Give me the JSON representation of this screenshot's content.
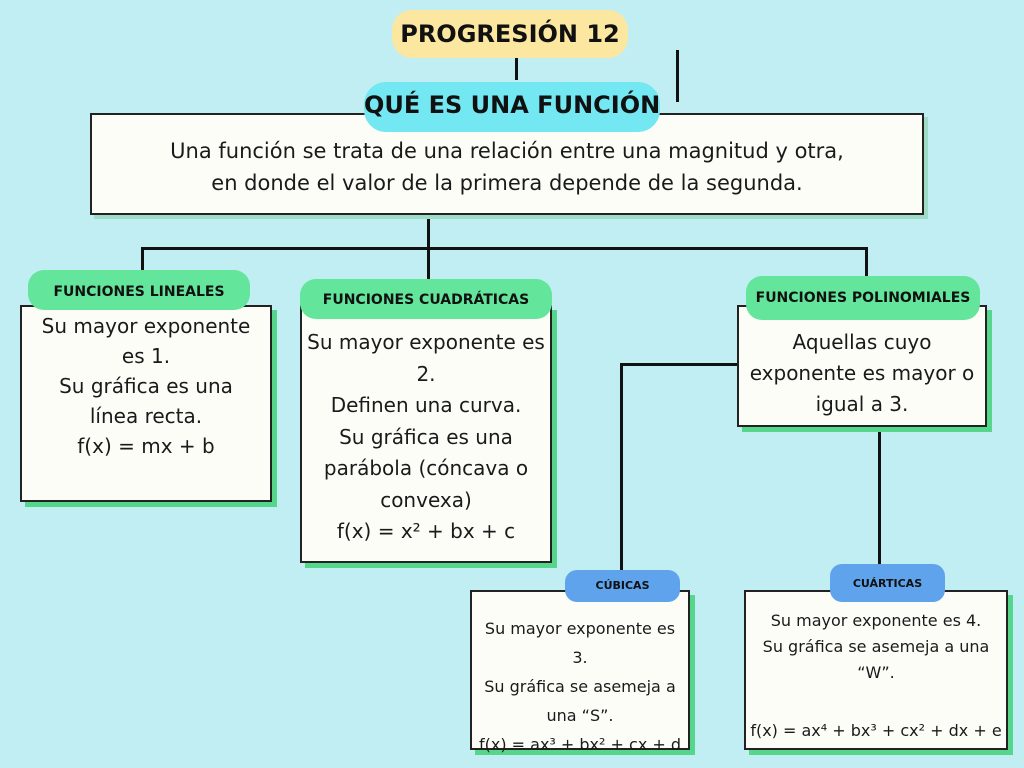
{
  "title": "PROGRESIÓN 12",
  "main": {
    "heading": "QUÉ ES UNA FUNCIÓN",
    "text": "Una función se trata de una relación entre una magnitud y otra,\nen donde el valor de la primera depende de la segunda."
  },
  "lineales": {
    "label": "FUNCIONES LINEALES",
    "text": "Su mayor exponente\nes 1.\nSu gráfica es una\nlínea recta.\nf(x) = mx + b"
  },
  "cuadraticas": {
    "label": "FUNCIONES CUADRÁTICAS",
    "text": "Su mayor exponente es\n2.\nDefinen una curva.\nSu gráfica es una\nparábola (cóncava o\nconvexa)\nf(x) = x² + bx + c"
  },
  "polinomiales": {
    "label": "FUNCIONES POLINOMIALES",
    "text": "Aquellas cuyo\nexponente es mayor o\nigual a 3."
  },
  "cubicas": {
    "label": "CÚBICAS",
    "text": "Su mayor exponente es\n3.\nSu gráfica se asemeja a\nuna “S”.",
    "formula": "f(x) = ax³ + bx²  + cx + d"
  },
  "cuarticas": {
    "label": "CUÁRTICAS",
    "text": "Su mayor exponente es 4.\nSu gráfica se asemeja a una\n“W”.",
    "formula": "f(x) = ax⁴ + bx³ + cx² + dx + e"
  },
  "colors": {
    "background": "#c0eef2",
    "title_highlight": "#fbe7a0",
    "heading_highlight": "#73e8f2",
    "green_label": "#63e59b",
    "blue_label": "#5ea3ec"
  }
}
